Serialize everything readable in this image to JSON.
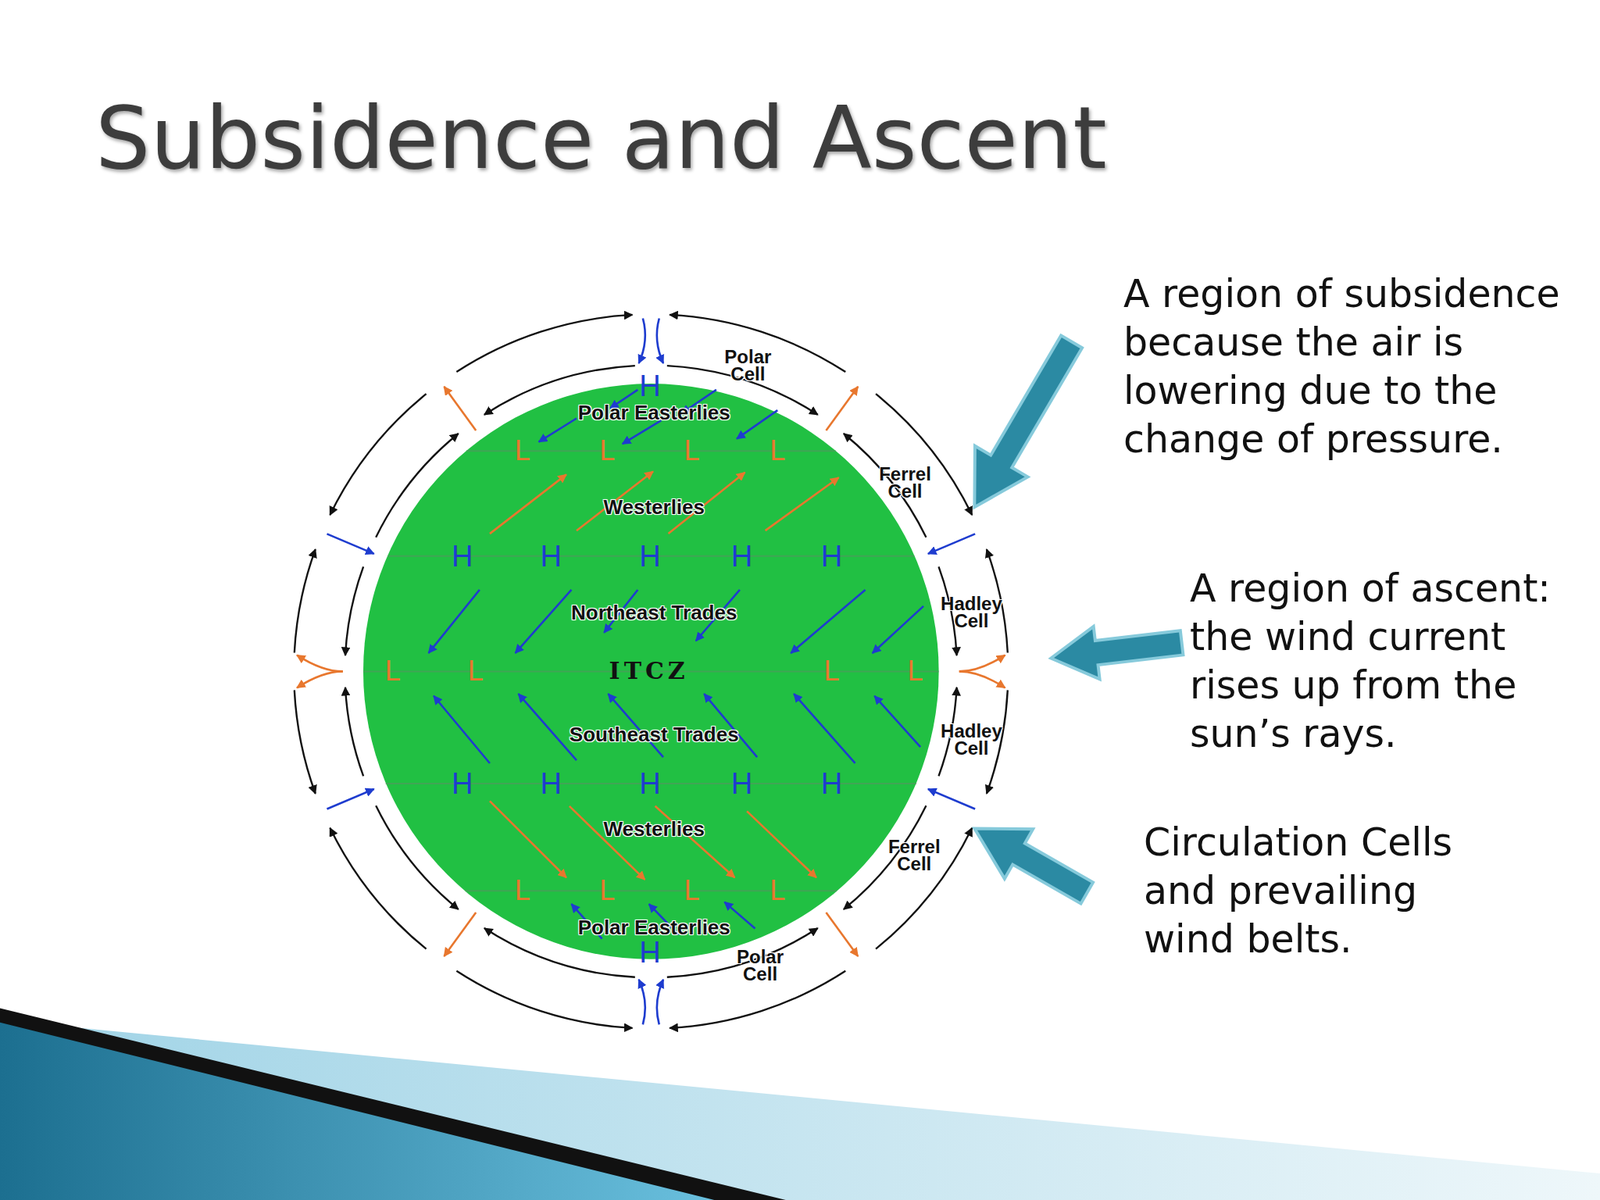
{
  "diagram": {
    "title": "Subsidence and Ascent",
    "labels": [
      "Polar Cell",
      "H",
      "Polar Easterlies",
      "L",
      "L",
      "L",
      "L",
      "Ferrel Cell",
      "Westerlies",
      "H",
      "H",
      "H",
      "H",
      "H",
      "Hadley Cell",
      "Northeast Trades",
      "L",
      "L",
      "ITCZ",
      "L",
      "L",
      "Southeast Trades",
      "Hadley Cell",
      "H",
      "H",
      "H",
      "H",
      "H",
      "Westerlies",
      "Ferrel Cell",
      "L",
      "L",
      "L",
      "L",
      "Polar Easterlies",
      "H",
      "Polar Cell",
      "A region of subsidence because the air is lowering due to the change of pressure.",
      "A region of ascent: the wind current rises up from the sun’s rays.",
      "Circulation Cells and prevailing wind belts."
    ]
  }
}
